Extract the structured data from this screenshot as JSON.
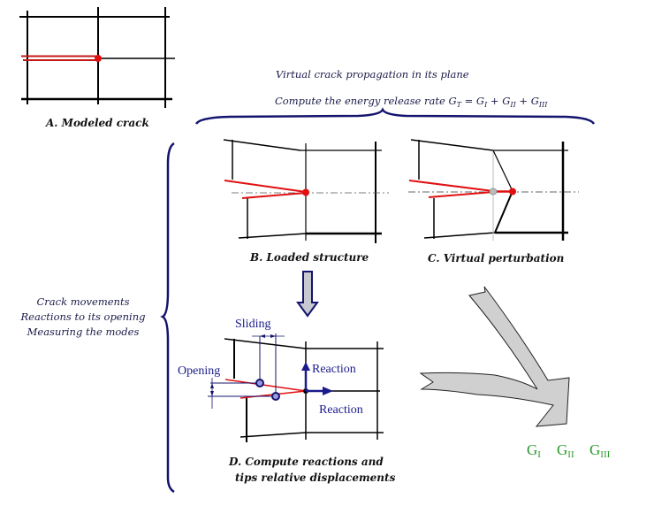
{
  "panels": {
    "a": {
      "caption": "A. Modeled crack"
    },
    "b": {
      "caption": "B. Loaded structure"
    },
    "c": {
      "caption": "C. Virtual perturbation"
    },
    "d": {
      "caption_line1": "D. Compute reactions and",
      "caption_line2": "tips relative displacements",
      "labels": {
        "sliding": "Sliding",
        "opening": "Opening",
        "reaction_vertical": "Reaction",
        "reaction_horizontal": "Reaction"
      }
    }
  },
  "top_note": {
    "line1": "Virtual crack propagation in its plane",
    "line2_prefix": "Compute the energy release rate G",
    "line2_sub_T": "T",
    "line2_eq": " = G",
    "sub_I": "I",
    "plus1": " + G",
    "sub_II": "II",
    "plus2": " + G",
    "sub_III": "III"
  },
  "left_note": {
    "line1": "Crack movements",
    "line2": "Reactions to its opening",
    "line3": "Measuring the modes"
  },
  "result": {
    "g": "G",
    "modes": [
      "I",
      "II",
      "III"
    ]
  },
  "colors": {
    "crack": "#e01010",
    "brace": "#14146e",
    "arrow_fill": "#c8c8d0",
    "result_green": "#2a9a2a",
    "reaction": "#1a1a8a"
  }
}
